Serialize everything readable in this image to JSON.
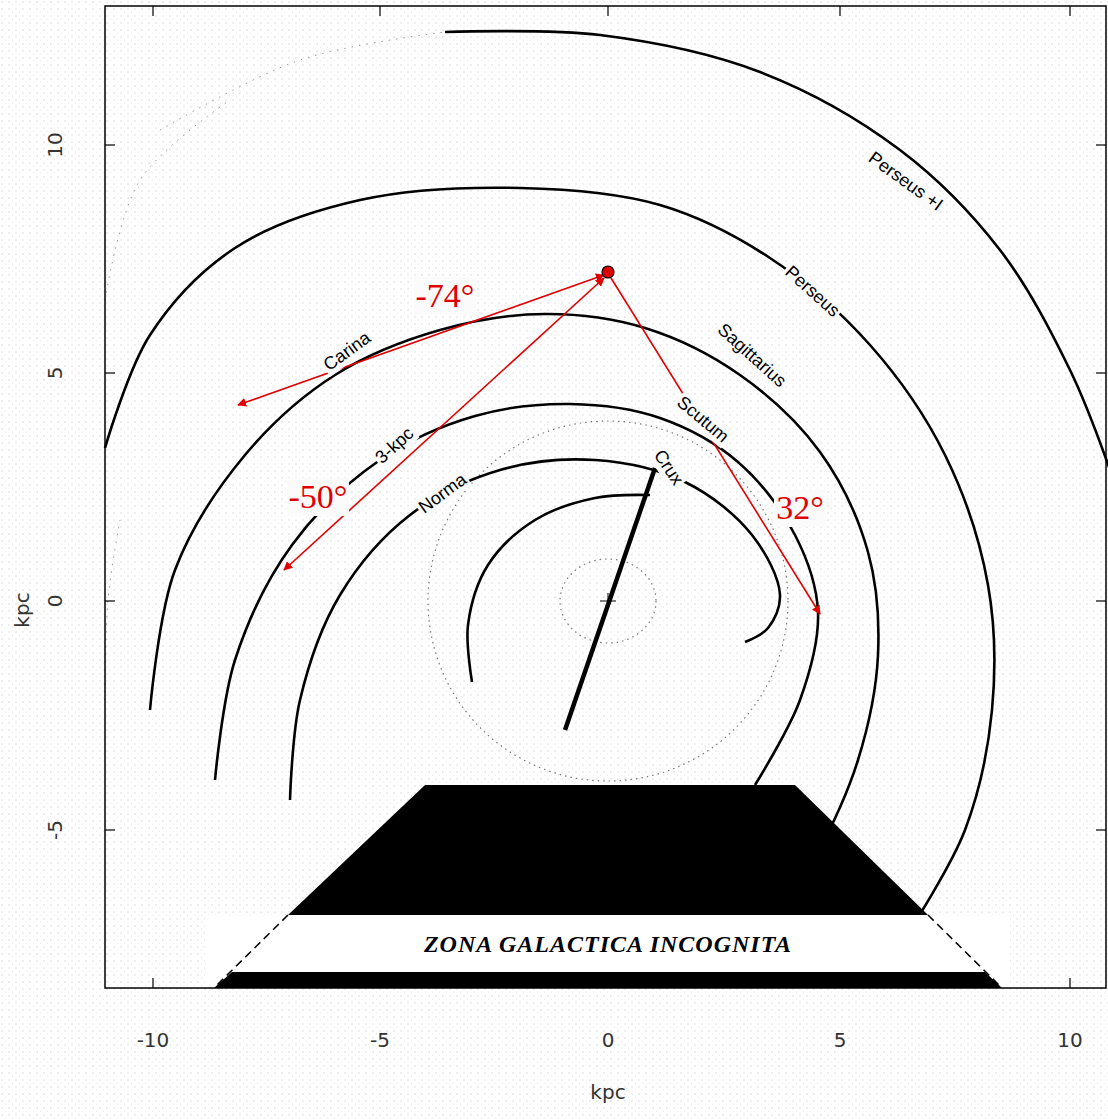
{
  "diagram": {
    "labels": [
      "Perseus +I",
      "Perseus",
      "Carina",
      "Sagittarius",
      "Scutum",
      "Crux",
      "3-kpc",
      "Norma",
      "-74°",
      "-50°",
      "32°",
      "ZONA GALACTICA INCOGNITA",
      "10",
      "5",
      "0",
      "-5",
      "-10",
      "-5",
      "0",
      "5",
      "10",
      "kpc",
      "kpc"
    ]
  }
}
